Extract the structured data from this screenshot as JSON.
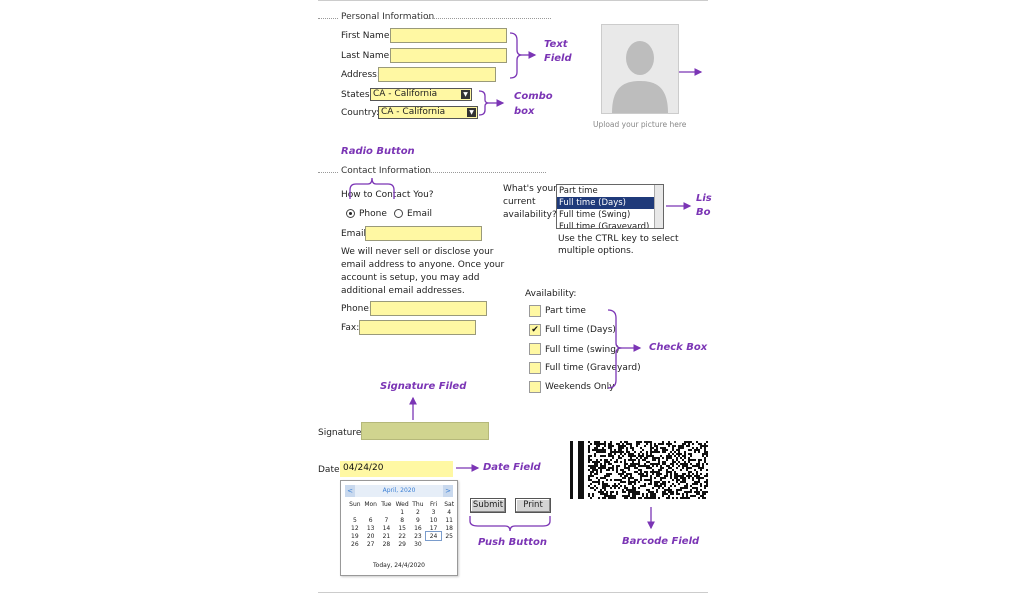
{
  "sections": {
    "personal": "Personal Information",
    "contact": "Contact Information"
  },
  "personal": {
    "first_name_label": "First Name:",
    "last_name_label": "Last Name:",
    "address_label": "Address:",
    "states_label": "States:",
    "states_value": "CA - California",
    "country_label": "Country:",
    "country_value": "CA - California",
    "upload_caption": "Upload your picture here"
  },
  "contact": {
    "how_label": "How to Contact You?",
    "radio_phone": "Phone",
    "radio_email": "Email",
    "email_label": "Email:",
    "disclaimer": [
      "We will never sell or disclose your",
      "email address to anyone. Once your",
      "account is setup, you may add",
      "additional email addresses."
    ],
    "phone_label": "Phone:",
    "fax_label": "Fax:"
  },
  "listbox": {
    "question": [
      "What's your",
      "current",
      "availability?"
    ],
    "options": [
      "Part time",
      "Full time (Days)",
      "Full time (Swing)",
      "Full time (Graveyard)"
    ],
    "selected": "Full time (Days)",
    "hint": [
      "Use the CTRL key to select",
      "multiple options."
    ]
  },
  "availability": {
    "label": "Availability:",
    "items": [
      {
        "label": "Part time",
        "checked": false
      },
      {
        "label": "Full time (Days)",
        "checked": true
      },
      {
        "label": "Full time (swing)",
        "checked": false
      },
      {
        "label": "Full time (Graveyard)",
        "checked": false
      },
      {
        "label": "Weekends Only",
        "checked": false
      }
    ],
    "check_glyph": "✔"
  },
  "signature": {
    "label": "Signature:"
  },
  "date": {
    "label": "Date:",
    "value": "04/24/20",
    "calendar": {
      "month": "April, 2020",
      "prev": "<",
      "next": ">",
      "weekdays": [
        "Sun",
        "Mon",
        "Tue",
        "Wed",
        "Thu",
        "Fri",
        "Sat"
      ],
      "weeks": [
        [
          "",
          "",
          "",
          "1",
          "2",
          "3",
          "4"
        ],
        [
          "5",
          "6",
          "7",
          "8",
          "9",
          "10",
          "11"
        ],
        [
          "12",
          "13",
          "14",
          "15",
          "16",
          "17",
          "18"
        ],
        [
          "19",
          "20",
          "21",
          "22",
          "23",
          "24",
          "25"
        ],
        [
          "26",
          "27",
          "28",
          "29",
          "30",
          "",
          ""
        ]
      ],
      "highlighted_day": "24",
      "today_text": "Today, 24/4/2020"
    }
  },
  "buttons": {
    "submit": "Submit",
    "print": "Print"
  },
  "annotations": {
    "text_field": [
      "Text",
      "Field"
    ],
    "combo_box": [
      "Combo",
      "box"
    ],
    "radio_button": "Radio Button",
    "list_box": [
      "Lis",
      "Bo"
    ],
    "check_box": "Check Box",
    "signature_field": "Signature Filed",
    "date_field": "Date Field",
    "push_button": "Push Button",
    "barcode_field": "Barcode Field"
  },
  "colors": {
    "field_yellow": "#fff8a3",
    "annotation_purple": "#7b35b5",
    "signature_green": "#d0d48f",
    "list_selected": "#1f3a7a"
  },
  "icons": {
    "dropdown": "dropdown-arrow-icon",
    "avatar": "person-silhouette-icon"
  }
}
